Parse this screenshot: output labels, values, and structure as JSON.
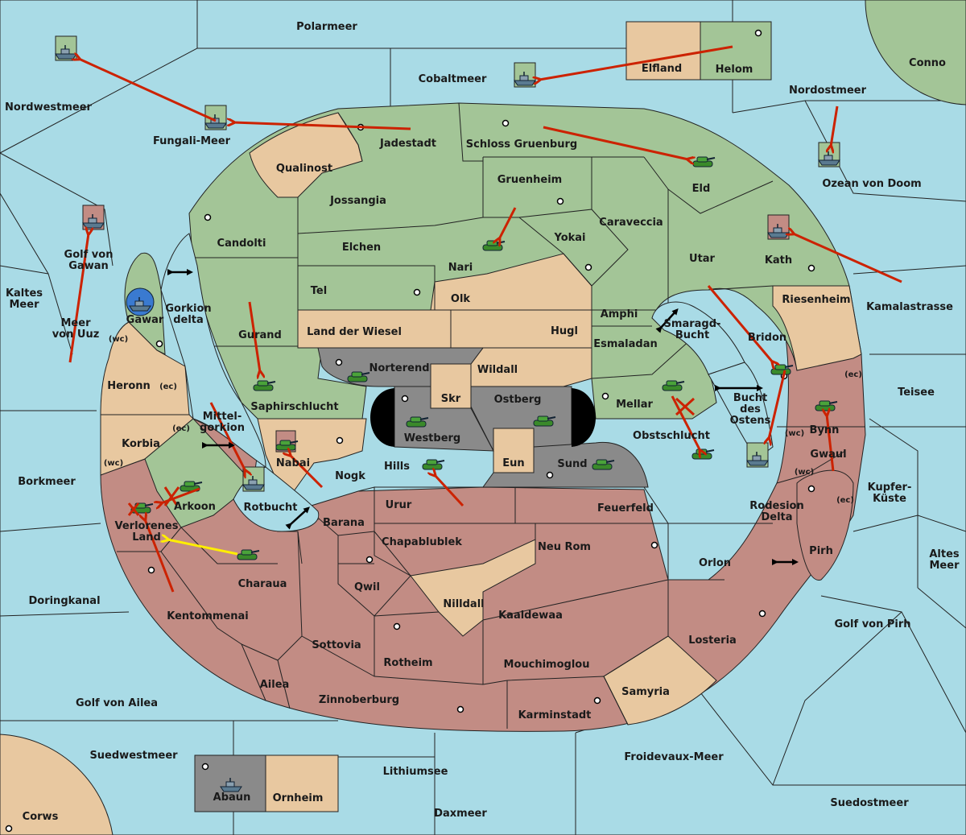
{
  "title": "",
  "colors": {
    "sea": "#a9dbe6",
    "green_power": "#a3c597",
    "neutral": "#e8c8a0",
    "red_power": "#c28c84",
    "grey_power": "#8a8a8a",
    "move_arrow": "#cc2200",
    "support_arrow": "#ffee00"
  },
  "sea_labels": {
    "polarmeer": "Polarmeer",
    "cobaltmeer": "Cobaltmeer",
    "conno": "Conno",
    "nordostmeer": "Nordostmeer",
    "ozean_von_doom": "Ozean von Doom",
    "nordwestmeer": "Nordwestmeer",
    "fungali_meer": "Fungali-Meer",
    "golf_von_gawan": "Golf von\nGawan",
    "kaltes_meer": "Kaltes\nMeer",
    "meer_von_uuz": "Meer\nvon Uuz",
    "gorkion_delta": "Gorkion\ndelta",
    "kamalastrasse": "Kamalastrasse",
    "teisee": "Teisee",
    "smaragd_bucht": "Smaragd-\nBucht",
    "bucht_des_ostens": "Bucht\ndes\nOstens",
    "mittelgorkion": "Mittel-\ngorkion",
    "rotbucht": "Rotbucht",
    "borkmeer": "Borkmeer",
    "kupferkueste": "Kupfer-\nKüste",
    "rodesion_delta": "Rodesion\nDelta",
    "altes_meer": "Altes\nMeer",
    "doringkanal": "Doringkanal",
    "golf_von_pirh": "Golf von Pirh",
    "golf_von_ailea": "Golf von Ailea",
    "suedwestmeer": "Suedwestmeer",
    "froidevaux_meer": "Froidevaux-Meer",
    "lithiumsee": "Lithiumsee",
    "daxmeer": "Daxmeer",
    "suedostmeer": "Suedostmeer",
    "corws": "Corws"
  },
  "land_labels": {
    "elfland": "Elfland",
    "helom": "Helom",
    "jadestadt": "Jadestadt",
    "schloss_gruenburg": "Schloss Gruenburg",
    "qualinost": "Qualinost",
    "jossangia": "Jossangia",
    "gruenheim": "Gruenheim",
    "caraveccia": "Caraveccia",
    "eld": "Eld",
    "candolti": "Candolti",
    "elchen": "Elchen",
    "yokai": "Yokai",
    "nari": "Nari",
    "utar": "Utar",
    "kath": "Kath",
    "tel": "Tel",
    "olk": "Olk",
    "amphi": "Amphi",
    "riesenheim": "Riesenheim",
    "gawar": "Gawar",
    "gurand": "Gurand",
    "land_der_wiesel": "Land der Wiesel",
    "hugl": "Hugl",
    "esmaladan": "Esmaladan",
    "bridon": "Bridon",
    "norterend": "Norterend",
    "wildall": "Wildall",
    "heronn": "Heronn",
    "saphirschlucht": "Saphirschlucht",
    "skr": "Skr",
    "ostberg": "Ostberg",
    "mellar": "Mellar",
    "westberg": "Westberg",
    "obstschlucht": "Obstschlucht",
    "bynn": "Bynn",
    "korbia": "Korbia",
    "nabai": "Nabai",
    "eun": "Eun",
    "hills": "Hills",
    "sund": "Sund",
    "nogk": "Nogk",
    "gwaul": "Gwaul",
    "arkoon": "Arkoon",
    "urur": "Urur",
    "feuerfeld": "Feuerfeld",
    "barana": "Barana",
    "verlorenes_land": "Verlorenes\nLand",
    "chapablublek": "Chapablublek",
    "neu_rom": "Neu Rom",
    "pirh": "Pirh",
    "orlon": "Orlon",
    "charaua": "Charaua",
    "qwil": "Qwil",
    "nilldall": "Nilldall",
    "kentommenai": "Kentommenai",
    "kaaldewaa": "Kaaldewaa",
    "sottovia": "Sottovia",
    "rotheim": "Rotheim",
    "losteria": "Losteria",
    "mouchimoglou": "Mouchimoglou",
    "ailea": "Ailea",
    "samyria": "Samyria",
    "zinnoberburg": "Zinnoberburg",
    "karminstadt": "Karminstadt",
    "abaun": "Abaun",
    "ornheim": "Ornheim"
  },
  "coast_tags": {
    "wc": "(wc)",
    "ec": "(ec)"
  }
}
